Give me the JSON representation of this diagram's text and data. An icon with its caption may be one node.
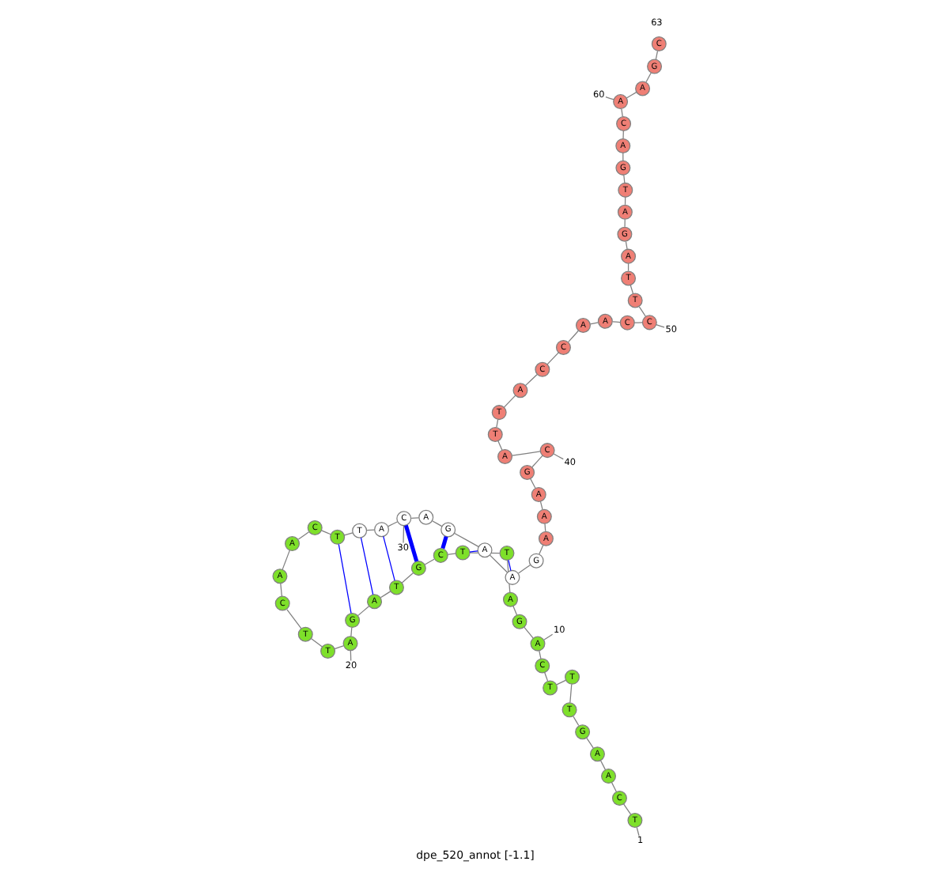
{
  "diagram": {
    "caption": "dpe_520_annot [-1.1]",
    "nodes": [
      {
        "text": [
          "T"
        ]
      },
      {
        "text": [
          "C"
        ]
      },
      {
        "text": [
          "A"
        ]
      },
      {
        "text": [
          "A"
        ]
      },
      {
        "text": [
          "G"
        ]
      },
      {
        "text": [
          "T"
        ]
      },
      {
        "text": [
          "T"
        ]
      },
      {
        "text": [
          "T"
        ]
      },
      {
        "text": [
          "C"
        ]
      },
      {
        "text": [
          "A"
        ]
      },
      {
        "text": [
          "G"
        ]
      },
      {
        "text": [
          "A"
        ]
      },
      {
        "text": [
          "T"
        ]
      },
      {
        "text": [
          "T"
        ]
      },
      {
        "text": [
          "C"
        ]
      },
      {
        "text": [
          "G"
        ]
      },
      {
        "text": [
          "T"
        ]
      },
      {
        "text": [
          "A"
        ]
      },
      {
        "text": [
          "G"
        ]
      },
      {
        "text": [
          "A"
        ]
      },
      {
        "text": [
          "T"
        ]
      },
      {
        "text": [
          "T"
        ]
      },
      {
        "text": [
          "C"
        ]
      },
      {
        "text": [
          "A"
        ]
      },
      {
        "text": [
          "A"
        ]
      },
      {
        "text": [
          "C"
        ]
      },
      {
        "text": [
          "T"
        ]
      },
      {
        "text": [
          "T"
        ]
      },
      {
        "text": [
          "A"
        ]
      },
      {
        "text": [
          "C"
        ]
      },
      {
        "text": [
          "A"
        ]
      },
      {
        "text": [
          "G"
        ]
      },
      {
        "text": [
          "A"
        ]
      },
      {
        "text": [
          "A"
        ]
      },
      {
        "text": [
          "G"
        ]
      },
      {
        "text": [
          "A"
        ]
      },
      {
        "text": [
          "A"
        ]
      },
      {
        "text": [
          "A"
        ]
      },
      {
        "text": [
          "G"
        ]
      },
      {
        "text": [
          "C"
        ]
      },
      {
        "text": [
          "A"
        ]
      },
      {
        "text": [
          "T"
        ]
      },
      {
        "text": [
          "T"
        ]
      },
      {
        "text": [
          "A"
        ]
      },
      {
        "text": [
          "C"
        ]
      },
      {
        "text": [
          "C"
        ]
      },
      {
        "text": [
          "A"
        ]
      },
      {
        "text": [
          "A"
        ]
      },
      {
        "text": [
          "C"
        ]
      },
      {
        "text": [
          "C"
        ]
      },
      {
        "text": [
          "T"
        ]
      },
      {
        "text": [
          "T"
        ]
      },
      {
        "text": [
          "A"
        ]
      },
      {
        "text": [
          "G"
        ]
      },
      {
        "text": [
          "A"
        ]
      },
      {
        "text": [
          "T"
        ]
      },
      {
        "text": [
          "G"
        ]
      },
      {
        "text": [
          "A"
        ]
      },
      {
        "text": [
          "C"
        ]
      },
      {
        "text": [
          "A"
        ]
      },
      {
        "text": [
          "A"
        ]
      },
      {
        "text": [
          "G"
        ]
      },
      {
        "text": [
          "C"
        ]
      },
      {
        "text": [
          "10"
        ]
      },
      {
        "text": [
          "20"
        ]
      },
      {
        "text": [
          "30"
        ]
      },
      {
        "text": [
          "40"
        ]
      },
      {
        "text": [
          "50"
        ]
      },
      {
        "text": [
          "60"
        ]
      },
      {
        "text": [
          "1"
        ]
      }
    ],
    "edges": [
      {
        "from": 0,
        "to": 1,
        "arrow": "none"
      },
      {
        "from": 1,
        "to": 2,
        "arrow": "none"
      },
      {
        "from": 2,
        "to": 3,
        "arrow": "none"
      },
      {
        "from": 3,
        "to": 4,
        "arrow": "none"
      },
      {
        "from": 4,
        "to": 5,
        "arrow": "none"
      },
      {
        "from": 5,
        "to": 6,
        "arrow": "none"
      },
      {
        "from": 6,
        "to": 7,
        "arrow": "none"
      },
      {
        "from": 7,
        "to": 8,
        "arrow": "none"
      },
      {
        "from": 8,
        "to": 9,
        "arrow": "none"
      },
      {
        "from": 9,
        "to": 10,
        "arrow": "none"
      },
      {
        "from": 10,
        "to": 11,
        "arrow": "none"
      },
      {
        "from": 11,
        "to": 12,
        "arrow": "none"
      },
      {
        "from": 12,
        "to": 13,
        "arrow": "none"
      },
      {
        "from": 13,
        "to": 14,
        "arrow": "none"
      },
      {
        "from": 14,
        "to": 15,
        "arrow": "none"
      },
      {
        "from": 15,
        "to": 16,
        "arrow": "none"
      },
      {
        "from": 16,
        "to": 17,
        "arrow": "none"
      },
      {
        "from": 17,
        "to": 18,
        "arrow": "none"
      },
      {
        "from": 18,
        "to": 19,
        "arrow": "none"
      },
      {
        "from": 19,
        "to": 20,
        "arrow": "none"
      },
      {
        "from": 20,
        "to": 21,
        "arrow": "none"
      },
      {
        "from": 21,
        "to": 22,
        "arrow": "none"
      },
      {
        "from": 22,
        "to": 23,
        "arrow": "none"
      },
      {
        "from": 23,
        "to": 24,
        "arrow": "none"
      },
      {
        "from": 24,
        "to": 25,
        "arrow": "none"
      },
      {
        "from": 25,
        "to": 26,
        "arrow": "none"
      },
      {
        "from": 26,
        "to": 27,
        "arrow": "none"
      },
      {
        "from": 27,
        "to": 28,
        "arrow": "none"
      },
      {
        "from": 28,
        "to": 29,
        "arrow": "none"
      },
      {
        "from": 29,
        "to": 30,
        "arrow": "none"
      },
      {
        "from": 30,
        "to": 31,
        "arrow": "none"
      },
      {
        "from": 31,
        "to": 32,
        "arrow": "none"
      },
      {
        "from": 32,
        "to": 33,
        "arrow": "none"
      },
      {
        "from": 33,
        "to": 34,
        "arrow": "none"
      },
      {
        "from": 34,
        "to": 35,
        "arrow": "none"
      },
      {
        "from": 35,
        "to": 36,
        "arrow": "none"
      },
      {
        "from": 36,
        "to": 37,
        "arrow": "none"
      },
      {
        "from": 37,
        "to": 38,
        "arrow": "none"
      },
      {
        "from": 38,
        "to": 39,
        "arrow": "none"
      },
      {
        "from": 39,
        "to": 40,
        "arrow": "none"
      },
      {
        "from": 40,
        "to": 41,
        "arrow": "none"
      },
      {
        "from": 41,
        "to": 42,
        "arrow": "none"
      },
      {
        "from": 42,
        "to": 43,
        "arrow": "none"
      },
      {
        "from": 43,
        "to": 44,
        "arrow": "none"
      },
      {
        "from": 44,
        "to": 45,
        "arrow": "none"
      },
      {
        "from": 45,
        "to": 46,
        "arrow": "none"
      },
      {
        "from": 46,
        "to": 47,
        "arrow": "none"
      },
      {
        "from": 47,
        "to": 48,
        "arrow": "none"
      },
      {
        "from": 48,
        "to": 49,
        "arrow": "none"
      },
      {
        "from": 49,
        "to": 50,
        "arrow": "none"
      },
      {
        "from": 50,
        "to": 51,
        "arrow": "none"
      },
      {
        "from": 51,
        "to": 52,
        "arrow": "none"
      },
      {
        "from": 52,
        "to": 53,
        "arrow": "none"
      },
      {
        "from": 53,
        "to": 54,
        "arrow": "none"
      },
      {
        "from": 54,
        "to": 55,
        "arrow": "none"
      },
      {
        "from": 55,
        "to": 56,
        "arrow": "none"
      },
      {
        "from": 56,
        "to": 57,
        "arrow": "none"
      },
      {
        "from": 57,
        "to": 58,
        "arrow": "none"
      },
      {
        "from": 58,
        "to": 59,
        "arrow": "none"
      },
      {
        "from": 59,
        "to": 60,
        "arrow": "none"
      },
      {
        "from": 60,
        "to": 61,
        "arrow": "none"
      },
      {
        "from": 61,
        "to": 62,
        "arrow": "none"
      },
      {
        "from": 18,
        "to": 26,
        "arrow": "none",
        "color": "#0000ff"
      },
      {
        "from": 17,
        "to": 27,
        "arrow": "none",
        "color": "#0000ff"
      },
      {
        "from": 16,
        "to": 28,
        "arrow": "none",
        "color": "#0000ff"
      },
      {
        "from": 15,
        "to": 29,
        "arrow": "none",
        "style": "thick",
        "color": "#0000ff"
      },
      {
        "from": 14,
        "to": 31,
        "arrow": "none",
        "style": "thick",
        "color": "#0000ff"
      },
      {
        "from": 13,
        "to": 32,
        "arrow": "none",
        "color": "#0000ff"
      },
      {
        "from": 12,
        "to": 33,
        "arrow": "none",
        "color": "#0000ff"
      },
      {
        "from": 63,
        "to": 9,
        "arrow": "none"
      },
      {
        "from": 64,
        "to": 19,
        "arrow": "none"
      },
      {
        "from": 65,
        "to": 29,
        "arrow": "none"
      },
      {
        "from": 66,
        "to": 39,
        "arrow": "none"
      },
      {
        "from": 67,
        "to": 49,
        "arrow": "none"
      },
      {
        "from": 68,
        "to": 59,
        "arrow": "none"
      },
      {
        "from": 69,
        "to": 0,
        "arrow": "none"
      }
    ],
    "labels": [
      "63"
    ]
  }
}
